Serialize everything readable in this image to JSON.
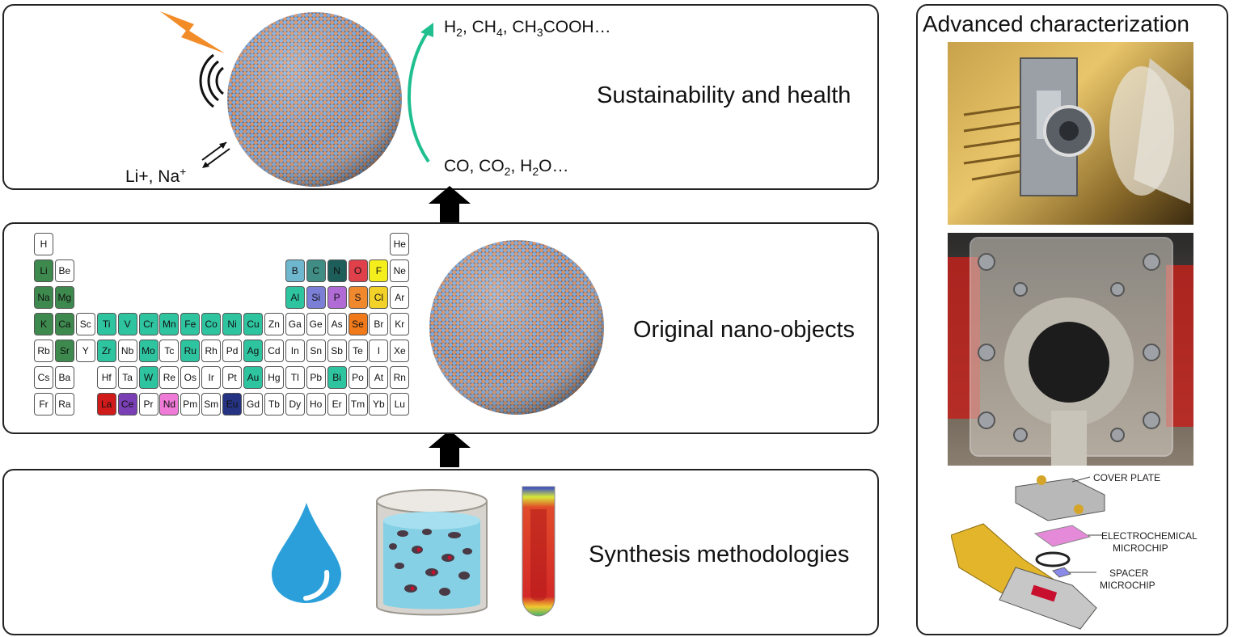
{
  "panels": {
    "sustainability": {
      "label": "Sustainability and health",
      "products": {
        "pre": "H",
        "s1": "2",
        "m1": ", CH",
        "s2": "4",
        "m2": ", CH",
        "s3": "3",
        "m3": "COOH…"
      },
      "reactants": {
        "pre": "CO, CO",
        "s1": "2",
        "m1": ", H",
        "s2": "2",
        "m2": "O…"
      },
      "ions": {
        "pre": "Li+, Na",
        "sup": "+"
      }
    },
    "nano_objects": {
      "label": "Original nano-objects"
    },
    "synthesis": {
      "label": "Synthesis methodologies"
    },
    "characterization": {
      "title": "Advanced characterization",
      "callouts": {
        "cover_plate": "COVER PLATE",
        "electrochemical_1": "ELECTROCHEMICAL",
        "electrochemical_2": "MICROCHIP",
        "spacer_1": "SPACER",
        "spacer_2": "MICROCHIP"
      }
    }
  },
  "periodic_table": {
    "elements": [
      {
        "s": "H",
        "r": 0,
        "c": 0,
        "color": "#ffffff"
      },
      {
        "s": "He",
        "r": 0,
        "c": 17,
        "color": "#ffffff"
      },
      {
        "s": "Li",
        "r": 1,
        "c": 0,
        "color": "#3e8a4e"
      },
      {
        "s": "Be",
        "r": 1,
        "c": 1,
        "color": "#ffffff"
      },
      {
        "s": "B",
        "r": 1,
        "c": 12,
        "color": "#6fb6cf"
      },
      {
        "s": "C",
        "r": 1,
        "c": 13,
        "color": "#3f8d84"
      },
      {
        "s": "N",
        "r": 1,
        "c": 14,
        "color": "#1d5e5a"
      },
      {
        "s": "O",
        "r": 1,
        "c": 15,
        "color": "#e0404a"
      },
      {
        "s": "F",
        "r": 1,
        "c": 16,
        "color": "#f4ee1c"
      },
      {
        "s": "Ne",
        "r": 1,
        "c": 17,
        "color": "#ffffff"
      },
      {
        "s": "Na",
        "r": 2,
        "c": 0,
        "color": "#3e8a4e"
      },
      {
        "s": "Mg",
        "r": 2,
        "c": 1,
        "color": "#3e8a4e"
      },
      {
        "s": "Al",
        "r": 2,
        "c": 12,
        "color": "#2fc4a0"
      },
      {
        "s": "Si",
        "r": 2,
        "c": 13,
        "color": "#7b7fd6"
      },
      {
        "s": "P",
        "r": 2,
        "c": 14,
        "color": "#b06bd6"
      },
      {
        "s": "S",
        "r": 2,
        "c": 15,
        "color": "#f0892e"
      },
      {
        "s": "Cl",
        "r": 2,
        "c": 16,
        "color": "#f2d128"
      },
      {
        "s": "Ar",
        "r": 2,
        "c": 17,
        "color": "#ffffff"
      },
      {
        "s": "K",
        "r": 3,
        "c": 0,
        "color": "#3e8a4e"
      },
      {
        "s": "Ca",
        "r": 3,
        "c": 1,
        "color": "#3e8a4e"
      },
      {
        "s": "Sc",
        "r": 3,
        "c": 2,
        "color": "#ffffff"
      },
      {
        "s": "Ti",
        "r": 3,
        "c": 3,
        "color": "#2fc4a0"
      },
      {
        "s": "V",
        "r": 3,
        "c": 4,
        "color": "#2fc4a0"
      },
      {
        "s": "Cr",
        "r": 3,
        "c": 5,
        "color": "#2fc4a0"
      },
      {
        "s": "Mn",
        "r": 3,
        "c": 6,
        "color": "#2fc4a0"
      },
      {
        "s": "Fe",
        "r": 3,
        "c": 7,
        "color": "#2fc4a0"
      },
      {
        "s": "Co",
        "r": 3,
        "c": 8,
        "color": "#2fc4a0"
      },
      {
        "s": "Ni",
        "r": 3,
        "c": 9,
        "color": "#2fc4a0"
      },
      {
        "s": "Cu",
        "r": 3,
        "c": 10,
        "color": "#2fc4a0"
      },
      {
        "s": "Zn",
        "r": 3,
        "c": 11,
        "color": "#ffffff"
      },
      {
        "s": "Ga",
        "r": 3,
        "c": 12,
        "color": "#ffffff"
      },
      {
        "s": "Ge",
        "r": 3,
        "c": 13,
        "color": "#ffffff"
      },
      {
        "s": "As",
        "r": 3,
        "c": 14,
        "color": "#ffffff"
      },
      {
        "s": "Se",
        "r": 3,
        "c": 15,
        "color": "#f07a1a"
      },
      {
        "s": "Br",
        "r": 3,
        "c": 16,
        "color": "#ffffff"
      },
      {
        "s": "Kr",
        "r": 3,
        "c": 17,
        "color": "#ffffff"
      },
      {
        "s": "Rb",
        "r": 4,
        "c": 0,
        "color": "#ffffff"
      },
      {
        "s": "Sr",
        "r": 4,
        "c": 1,
        "color": "#3e8a4e"
      },
      {
        "s": "Y",
        "r": 4,
        "c": 2,
        "color": "#ffffff"
      },
      {
        "s": "Zr",
        "r": 4,
        "c": 3,
        "color": "#2fc4a0"
      },
      {
        "s": "Nb",
        "r": 4,
        "c": 4,
        "color": "#ffffff"
      },
      {
        "s": "Mo",
        "r": 4,
        "c": 5,
        "color": "#2fc4a0"
      },
      {
        "s": "Tc",
        "r": 4,
        "c": 6,
        "color": "#ffffff"
      },
      {
        "s": "Ru",
        "r": 4,
        "c": 7,
        "color": "#2fc4a0"
      },
      {
        "s": "Rh",
        "r": 4,
        "c": 8,
        "color": "#ffffff"
      },
      {
        "s": "Pd",
        "r": 4,
        "c": 9,
        "color": "#ffffff"
      },
      {
        "s": "Ag",
        "r": 4,
        "c": 10,
        "color": "#2fc4a0"
      },
      {
        "s": "Cd",
        "r": 4,
        "c": 11,
        "color": "#ffffff"
      },
      {
        "s": "In",
        "r": 4,
        "c": 12,
        "color": "#ffffff"
      },
      {
        "s": "Sn",
        "r": 4,
        "c": 13,
        "color": "#ffffff"
      },
      {
        "s": "Sb",
        "r": 4,
        "c": 14,
        "color": "#ffffff"
      },
      {
        "s": "Te",
        "r": 4,
        "c": 15,
        "color": "#ffffff"
      },
      {
        "s": "I",
        "r": 4,
        "c": 16,
        "color": "#ffffff"
      },
      {
        "s": "Xe",
        "r": 4,
        "c": 17,
        "color": "#ffffff"
      },
      {
        "s": "Cs",
        "r": 5,
        "c": 0,
        "color": "#ffffff"
      },
      {
        "s": "Ba",
        "r": 5,
        "c": 1,
        "color": "#ffffff"
      },
      {
        "s": "Hf",
        "r": 5,
        "c": 3,
        "color": "#ffffff"
      },
      {
        "s": "Ta",
        "r": 5,
        "c": 4,
        "color": "#ffffff"
      },
      {
        "s": "W",
        "r": 5,
        "c": 5,
        "color": "#2fc4a0"
      },
      {
        "s": "Re",
        "r": 5,
        "c": 6,
        "color": "#ffffff"
      },
      {
        "s": "Os",
        "r": 5,
        "c": 7,
        "color": "#ffffff"
      },
      {
        "s": "Ir",
        "r": 5,
        "c": 8,
        "color": "#ffffff"
      },
      {
        "s": "Pt",
        "r": 5,
        "c": 9,
        "color": "#ffffff"
      },
      {
        "s": "Au",
        "r": 5,
        "c": 10,
        "color": "#2fc4a0"
      },
      {
        "s": "Hg",
        "r": 5,
        "c": 11,
        "color": "#ffffff"
      },
      {
        "s": "Tl",
        "r": 5,
        "c": 12,
        "color": "#ffffff"
      },
      {
        "s": "Pb",
        "r": 5,
        "c": 13,
        "color": "#ffffff"
      },
      {
        "s": "Bi",
        "r": 5,
        "c": 14,
        "color": "#2fc4a0"
      },
      {
        "s": "Po",
        "r": 5,
        "c": 15,
        "color": "#ffffff"
      },
      {
        "s": "At",
        "r": 5,
        "c": 16,
        "color": "#ffffff"
      },
      {
        "s": "Rn",
        "r": 5,
        "c": 17,
        "color": "#ffffff"
      },
      {
        "s": "Fr",
        "r": 6,
        "c": 0,
        "color": "#ffffff"
      },
      {
        "s": "Ra",
        "r": 6,
        "c": 1,
        "color": "#ffffff"
      },
      {
        "s": "La",
        "r": 6,
        "c": 3,
        "color": "#d11a1a"
      },
      {
        "s": "Ce",
        "r": 6,
        "c": 4,
        "color": "#7a3fb5"
      },
      {
        "s": "Pr",
        "r": 6,
        "c": 5,
        "color": "#ffffff"
      },
      {
        "s": "Nd",
        "r": 6,
        "c": 6,
        "color": "#f07ad8"
      },
      {
        "s": "Pm",
        "r": 6,
        "c": 7,
        "color": "#ffffff"
      },
      {
        "s": "Sm",
        "r": 6,
        "c": 8,
        "color": "#ffffff"
      },
      {
        "s": "Eu",
        "r": 6,
        "c": 9,
        "color": "#263383"
      },
      {
        "s": "Gd",
        "r": 6,
        "c": 10,
        "color": "#ffffff"
      },
      {
        "s": "Tb",
        "r": 6,
        "c": 11,
        "color": "#ffffff"
      },
      {
        "s": "Dy",
        "r": 6,
        "c": 12,
        "color": "#ffffff"
      },
      {
        "s": "Ho",
        "r": 6,
        "c": 13,
        "color": "#ffffff"
      },
      {
        "s": "Er",
        "r": 6,
        "c": 14,
        "color": "#ffffff"
      },
      {
        "s": "Tm",
        "r": 6,
        "c": 15,
        "color": "#ffffff"
      },
      {
        "s": "Yb",
        "r": 6,
        "c": 16,
        "color": "#ffffff"
      },
      {
        "s": "Lu",
        "r": 6,
        "c": 17,
        "color": "#ffffff"
      }
    ]
  },
  "colors": {
    "green_arrow": "#1fbf8f",
    "lightning": "#f28c28",
    "copper_atom": "#d08a5e",
    "blue_atom": "#6f9fd6",
    "water_drop": "#2b9fd9"
  }
}
